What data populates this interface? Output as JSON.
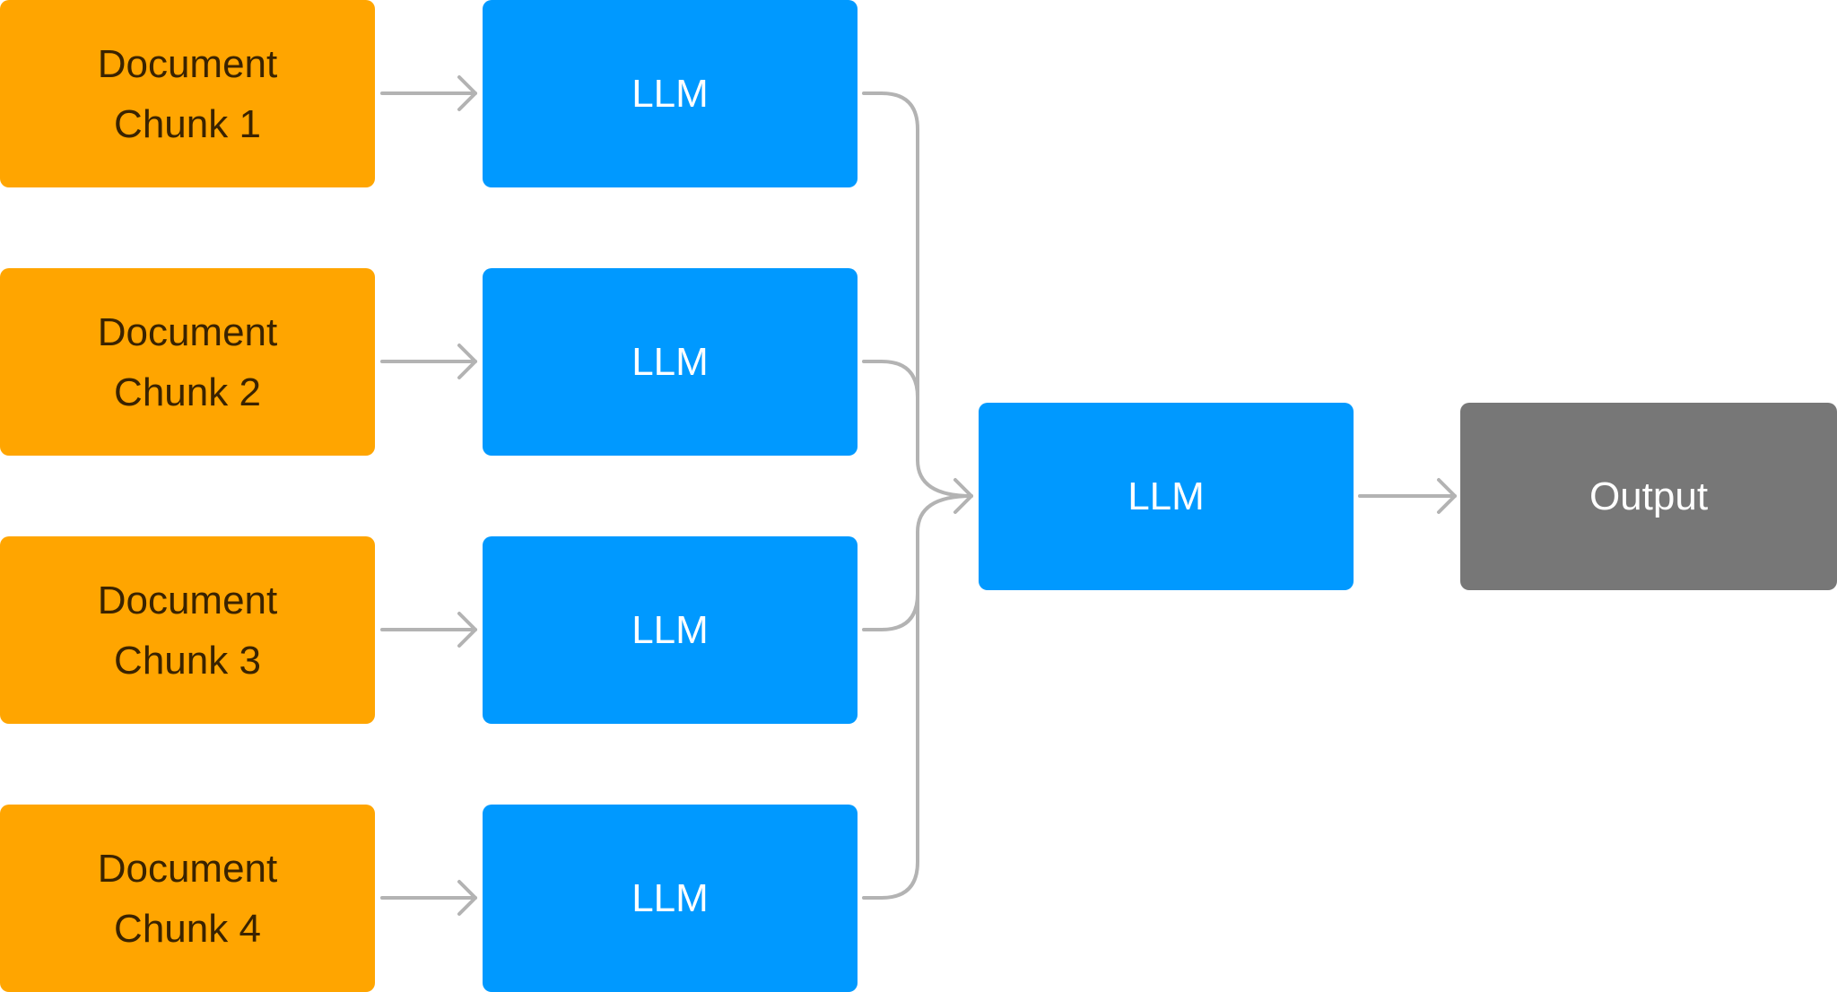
{
  "colors": {
    "document_chunk": "#FFA500",
    "llm": "#0099FF",
    "output": "#777777",
    "connector": "#B3B3B3"
  },
  "documents": [
    {
      "line1": "Document",
      "line2": "Chunk 1"
    },
    {
      "line1": "Document",
      "line2": "Chunk 2"
    },
    {
      "line1": "Document",
      "line2": "Chunk 3"
    },
    {
      "line1": "Document",
      "line2": "Chunk 4"
    }
  ],
  "llms": [
    "LLM",
    "LLM",
    "LLM",
    "LLM"
  ],
  "combine_llm": "LLM",
  "output": "Output"
}
